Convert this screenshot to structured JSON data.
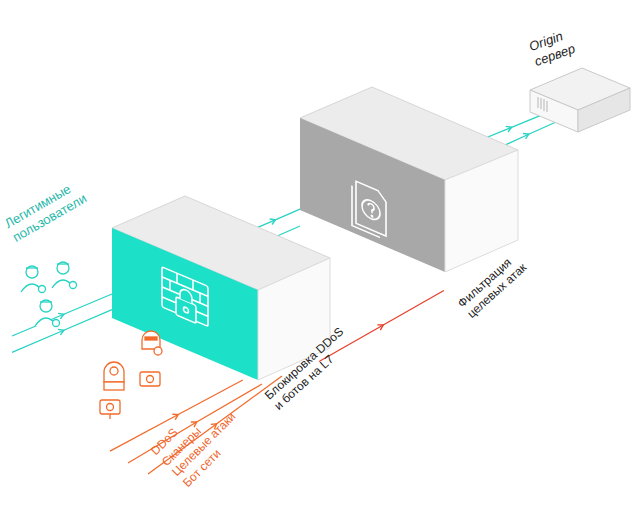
{
  "diagram": {
    "nodes": [
      {
        "text": [
          "Легитимные пользователи"
        ]
      },
      {
        "text": [
          "DDoS",
          "Сканеры",
          "Целевые атаки",
          "Бот сети"
        ]
      },
      {
        "text": [
          "Блокировка DDoS и ботов на L7"
        ]
      },
      {
        "text": [
          "Фильтрация целевых атак"
        ]
      },
      {
        "text": [
          "Origin сервер"
        ]
      }
    ],
    "edges": [
      {
        "from": 0,
        "to": 2,
        "arrow": "to"
      },
      {
        "from": 1,
        "to": 2,
        "arrow": "to"
      },
      {
        "from": 2,
        "to": 3,
        "arrow": "to"
      },
      {
        "from": 2,
        "to": 3,
        "arrow": "to"
      },
      {
        "from": 3,
        "to": 4,
        "arrow": "to"
      }
    ]
  }
}
